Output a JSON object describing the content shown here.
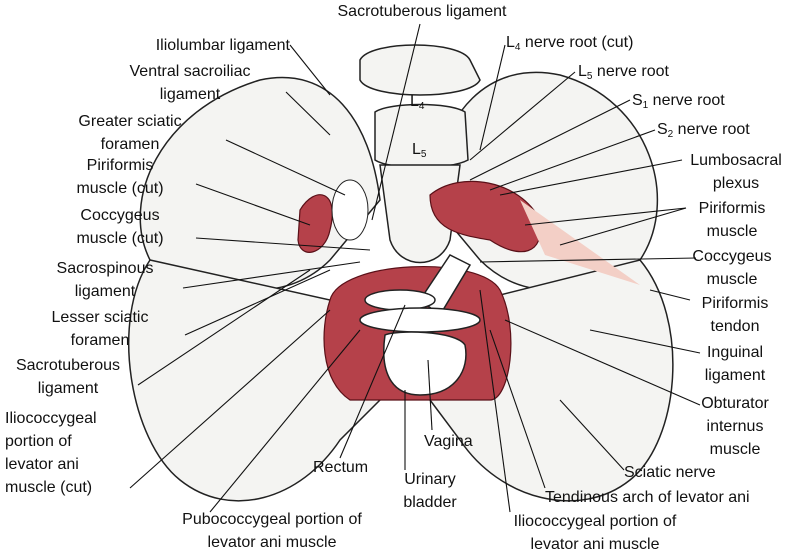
{
  "labels": {
    "sacrotuberous_top": [
      "Sacrotuberous ligament"
    ],
    "iliolumbar": [
      "Iliolumbar ligament"
    ],
    "ventral_sacroiliac": [
      "Ventral sacroiliac",
      "ligament"
    ],
    "greater_sciatic": [
      "Greater sciatic",
      "foramen"
    ],
    "piriformis_cut": [
      "Piriformis",
      "muscle (cut)"
    ],
    "coccygeus_cut": [
      "Coccygeus",
      "muscle (cut)"
    ],
    "sacrospinous": [
      "Sacrospinous",
      "ligament"
    ],
    "lesser_sciatic": [
      "Lesser sciatic",
      "foramen"
    ],
    "sacrotuberous_left": [
      "Sacrotuberous",
      "ligament"
    ],
    "iliococcygeal_cut": [
      "Iliococcygeal",
      "portion of",
      "levator ani",
      "muscle (cut)"
    ],
    "rectum": [
      "Rectum"
    ],
    "vagina": [
      "Vagina"
    ],
    "urinary_bladder": [
      "Urinary",
      "bladder"
    ],
    "pubococcygeal": [
      "Pubococcygeal portion of",
      "levator ani muscle"
    ],
    "iliococcygeal_right": [
      "Iliococcygeal portion of",
      "levator ani muscle"
    ],
    "tendinous_arch": [
      "Tendinous arch of levator ani"
    ],
    "sciatic_nerve": [
      "Sciatic nerve"
    ],
    "obturator_internus": [
      "Obturator",
      "internus",
      "muscle"
    ],
    "inguinal": [
      "Inguinal",
      "ligament"
    ],
    "piriformis_tendon": [
      "Piriformis",
      "tendon"
    ],
    "coccygeus": [
      "Coccygeus",
      "muscle"
    ],
    "piriformis": [
      "Piriformis",
      "muscle"
    ],
    "lumbosacral": [
      "Lumbosacral",
      "plexus"
    ]
  },
  "nerve_roots": {
    "l4": {
      "letter": "L",
      "sub": "4",
      "rest": " nerve root (cut)"
    },
    "l5": {
      "letter": "L",
      "sub": "5",
      "rest": " nerve root"
    },
    "s1": {
      "letter": "S",
      "sub": "1",
      "rest": " nerve root"
    },
    "s2": {
      "letter": "S",
      "sub": "2",
      "rest": " nerve root"
    }
  },
  "vertebrae": {
    "l4": {
      "letter": "L",
      "sub": "4"
    },
    "l5": {
      "letter": "L",
      "sub": "5"
    }
  },
  "colors": {
    "muscle": "#b5414a",
    "muscle_dark": "#7a1f28",
    "piriformis_tint": "#f3cfc6",
    "bone": "#f4f4f2",
    "ink": "#111111"
  }
}
